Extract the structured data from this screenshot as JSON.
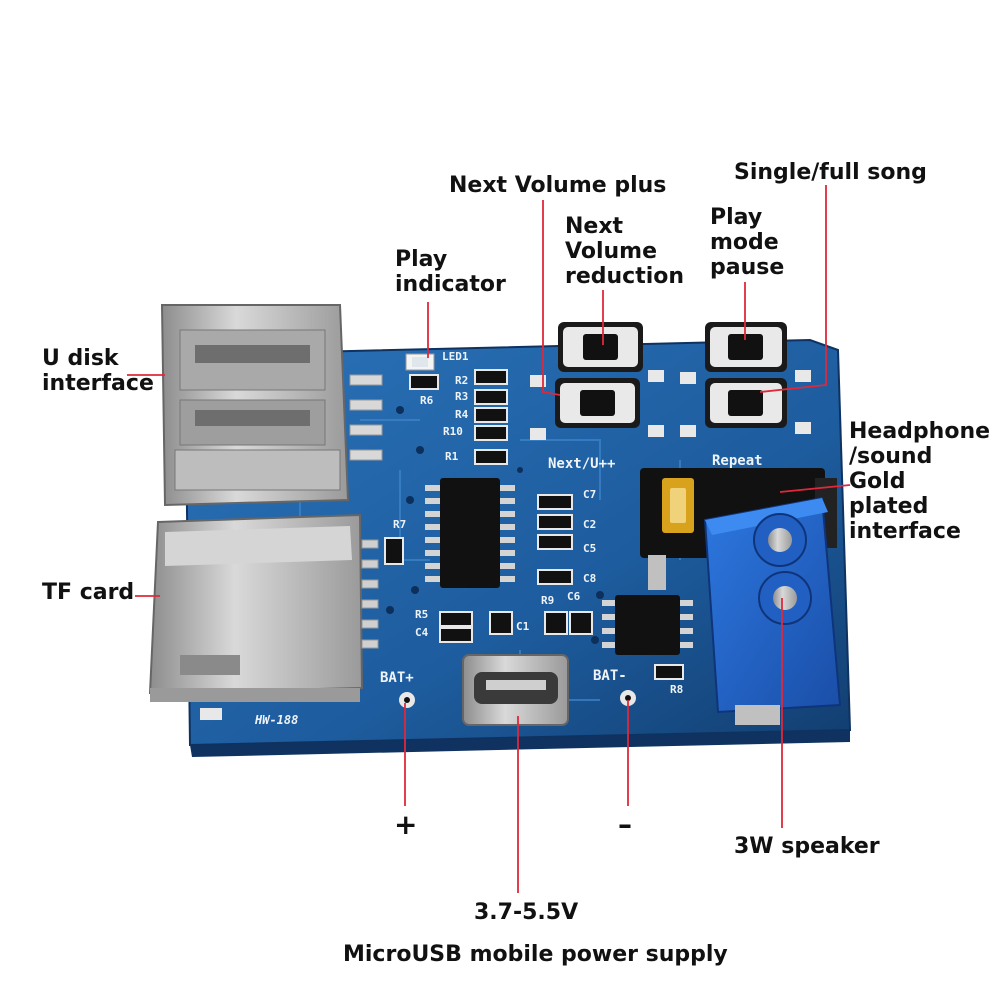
{
  "labels": {
    "next_volume_plus": "Next Volume plus",
    "single_full_song": "Single/full song",
    "next_volume_reduction": [
      "Next",
      "Volume",
      "reduction"
    ],
    "play_mode_pause": [
      "Play",
      "mode",
      "pause"
    ],
    "play_indicator": [
      "Play",
      "indicator"
    ],
    "u_disk_interface": [
      "U disk",
      "interface"
    ],
    "headphone_gold": [
      "Headphone",
      "/sound",
      "Gold",
      "plated",
      "interface"
    ],
    "tf_card": "TF card",
    "plus": "+",
    "minus": "–",
    "speaker": "3W speaker",
    "voltage": "3.7-5.5V",
    "power_supply": "MicroUSB mobile power supply"
  },
  "board": {
    "led": "LED1",
    "r2": "R2",
    "r3": "R3",
    "r4": "R4",
    "r10": "R10",
    "r1": "R1",
    "r6": "R6",
    "r7": "R7",
    "r5": "R5",
    "r9": "R9",
    "r8": "R8",
    "c1": "C1",
    "c2": "C2",
    "c4": "C4",
    "c5": "C5",
    "c6": "C6",
    "c7": "C7",
    "c8": "C8",
    "next_button": "Next/U++",
    "repeat_button": "Repeat",
    "bat_plus": "BAT+",
    "bat_minus": "BAT-",
    "model": "HW-188"
  },
  "colors": {
    "pcb": "#1d5c9e",
    "pcb_dark": "#153f73",
    "leader": "#e0283a",
    "terminal": "#1f63c8",
    "silver": "#c8c8c8"
  }
}
